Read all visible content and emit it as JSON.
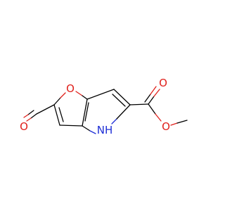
{
  "molecule": {
    "atoms": [
      {
        "symbol": "O",
        "color": "#e0201b"
      },
      {
        "symbol": "O",
        "color": "#e0201b"
      },
      {
        "symbol": "O",
        "color": "#e0201b"
      },
      {
        "symbol": "O",
        "color": "#e0201b"
      },
      {
        "symbol": "NH",
        "color": "#1f2fd6"
      }
    ]
  }
}
